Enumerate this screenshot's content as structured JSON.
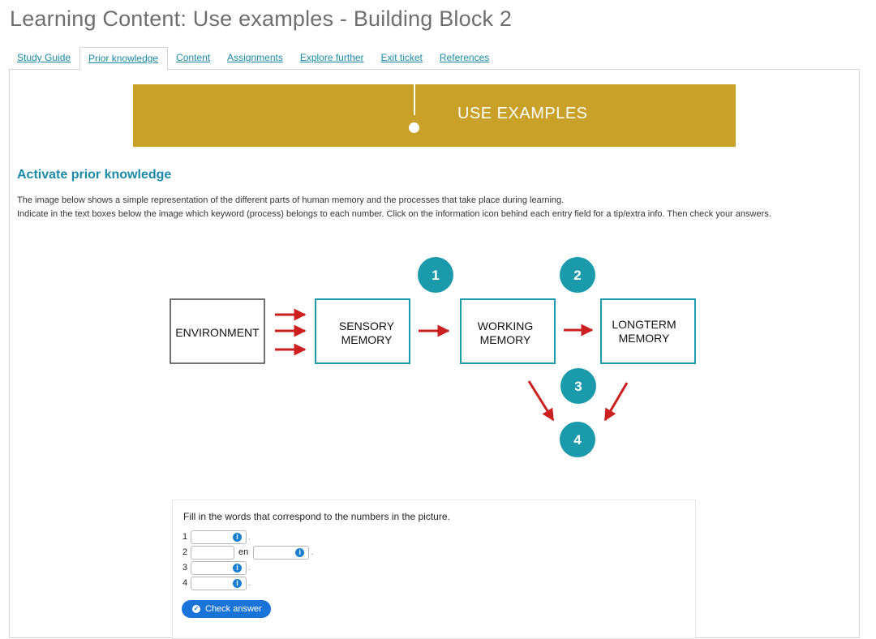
{
  "page": {
    "title": "Learning Content: Use examples - Building Block 2"
  },
  "tabs": [
    {
      "label": "Study Guide",
      "active": false
    },
    {
      "label": "Prior knowledge",
      "active": true
    },
    {
      "label": "Content",
      "active": false
    },
    {
      "label": "Assignments",
      "active": false
    },
    {
      "label": "Explore further",
      "active": false
    },
    {
      "label": "Exit ticket",
      "active": false
    },
    {
      "label": "References",
      "active": false
    }
  ],
  "banner": {
    "text": "USE EXAMPLES",
    "color": "#c9a028"
  },
  "section": {
    "heading": "Activate prior knowledge",
    "paragraph1": "The image below shows a simple representation of the different parts of human memory and the processes that take place during learning.",
    "paragraph2": "Indicate in the text boxes below the image which keyword (process) belongs to each number. Click on the information icon behind each entry field for a tip/extra info. Then check your answers."
  },
  "diagram": {
    "boxes": {
      "environment": [
        "ENVIRONMENT"
      ],
      "sensory": [
        "SENSORY",
        "MEMORY"
      ],
      "working": [
        "WORKING",
        "MEMORY"
      ],
      "longterm": [
        "LONGTERM",
        "MEMORY"
      ]
    },
    "markers": [
      "1",
      "2",
      "3",
      "4"
    ],
    "colors": {
      "teal": "#1a9aab",
      "arrow": "#cc1f1f"
    }
  },
  "exercise": {
    "instruction": "Fill in the words that correspond to the numbers in the picture.",
    "rows": [
      {
        "number": "1",
        "value": ""
      },
      {
        "number": "2",
        "value_a": "",
        "joiner": "en",
        "value_b": ""
      },
      {
        "number": "3",
        "value": ""
      },
      {
        "number": "4",
        "value": ""
      }
    ],
    "info_icon": "info-icon",
    "check_label": "Check answer"
  }
}
